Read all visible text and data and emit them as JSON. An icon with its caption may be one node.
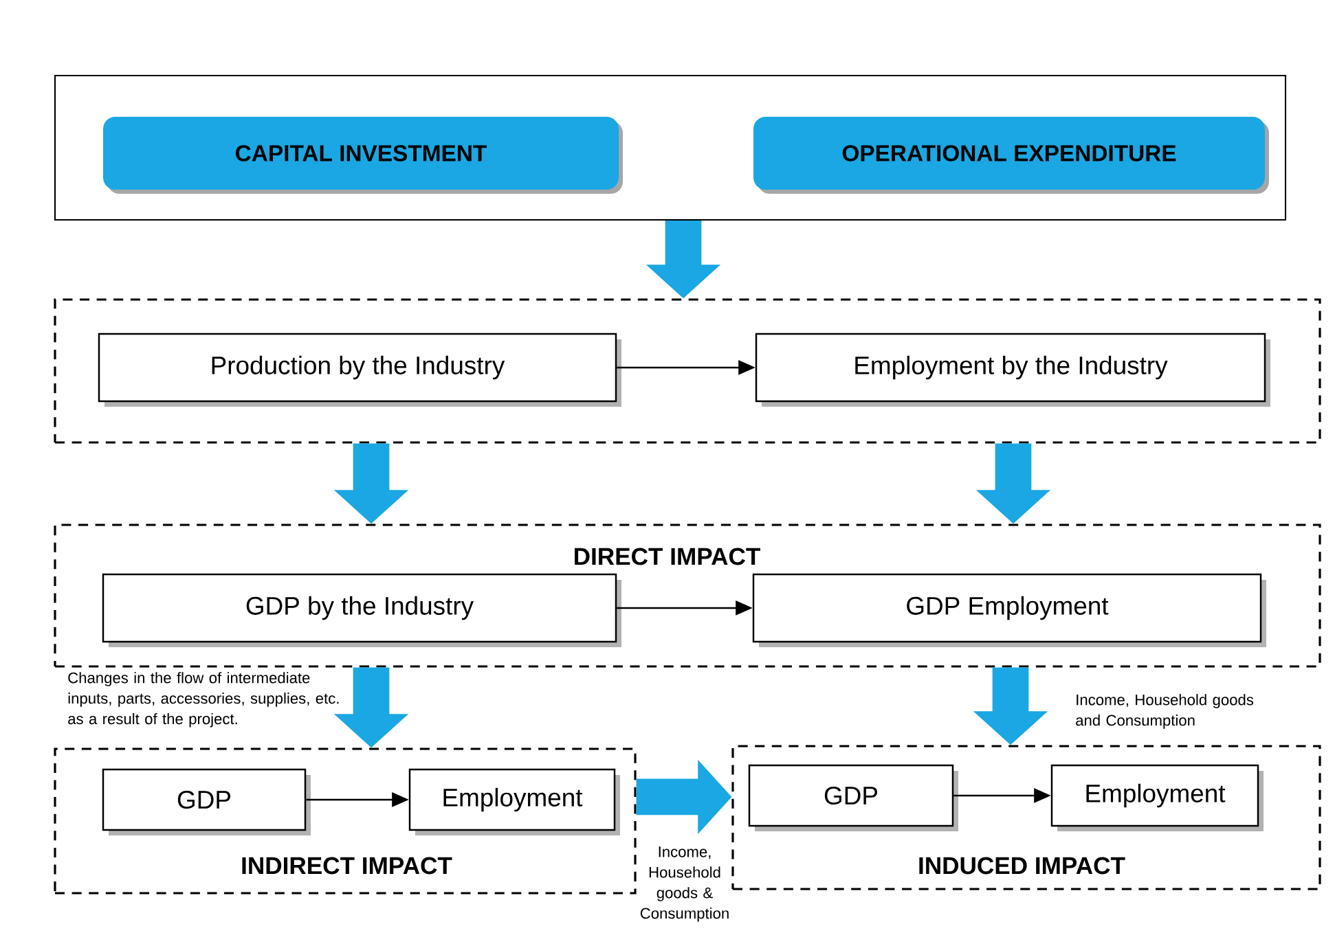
{
  "diagram": {
    "nodes": [
      {
        "text": [],
        "shape": "box"
      },
      {
        "text": [
          "CAPITAL INVESTMENT"
        ],
        "in": 0
      },
      {
        "text": [
          "OPERATIONAL EXPENDITURE"
        ],
        "in": 0
      },
      {
        "text": [],
        "shape": "box"
      },
      {
        "text": [
          "Production by the Industry"
        ],
        "in": 3
      },
      {
        "text": [
          "Employment by the Industry"
        ],
        "in": 3
      },
      {
        "text": [
          "DIRECT IMPACT"
        ]
      },
      {
        "text": [
          "GDP by the Industry"
        ],
        "in": 6
      },
      {
        "text": [
          "GDP Employment"
        ],
        "in": 6
      },
      {
        "text": [
          "INDIRECT IMPACT"
        ]
      },
      {
        "text": [
          "GDP"
        ],
        "in": 9
      },
      {
        "text": [
          "Employment"
        ],
        "in": 9
      },
      {
        "text": [
          "INDUCED IMPACT"
        ]
      },
      {
        "text": [
          "GDP"
        ],
        "in": 12
      },
      {
        "text": [
          "Employment"
        ],
        "in": 12
      }
    ],
    "edges": [
      {
        "from": 0,
        "to": 3,
        "arrow": "to"
      },
      {
        "from": 4,
        "to": 5,
        "arrow": "to",
        "color": "#000000"
      },
      {
        "from": 3,
        "to": 6,
        "arrow": "to"
      },
      {
        "from": 3,
        "to": 6,
        "arrow": "to"
      },
      {
        "from": 7,
        "to": 8,
        "arrow": "to",
        "color": "#000000"
      },
      {
        "from": 6,
        "to": 9,
        "arrow": "to",
        "label": "Changes in the flow of intermediate inputs, parts, accessories, supplies, etc. as a result of the project."
      },
      {
        "from": 6,
        "to": 12,
        "arrow": "to",
        "label": "Income, Household goods and Consumption"
      },
      {
        "from": 10,
        "to": 11,
        "arrow": "to",
        "color": "#000000"
      },
      {
        "from": 9,
        "to": 12,
        "arrow": "to",
        "label": "Income, Household goods & Consumption"
      },
      {
        "from": 13,
        "to": 14,
        "arrow": "to",
        "color": "#000000"
      }
    ]
  }
}
